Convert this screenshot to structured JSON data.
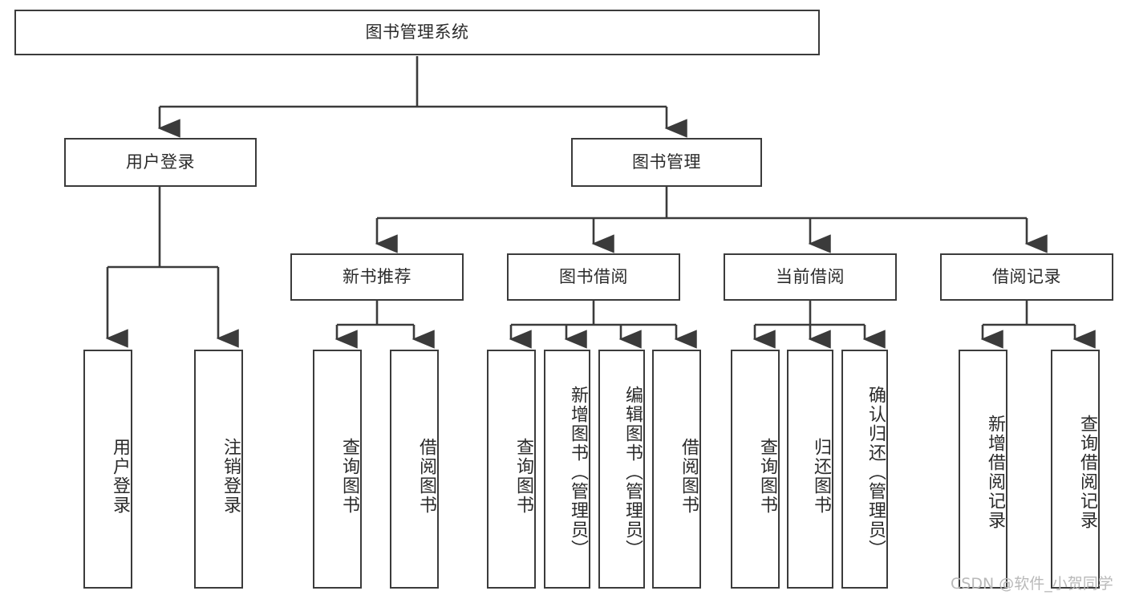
{
  "diagram": {
    "type": "tree-hierarchy",
    "title": "图书管理系统",
    "orientation": "top-down",
    "line_color": "#3b3b3b",
    "box_fill": "#ffffff",
    "text_color": "#2b2b2b",
    "watermark": "CSDN @软件_小贺同学",
    "root": {
      "label": "图书管理系统",
      "level": 1
    },
    "level2": [
      {
        "label": "用户登录"
      },
      {
        "label": "图书管理"
      }
    ],
    "level3": [
      {
        "label": "新书推荐",
        "parent": "图书管理"
      },
      {
        "label": "图书借阅",
        "parent": "图书管理"
      },
      {
        "label": "当前借阅",
        "parent": "图书管理"
      },
      {
        "label": "借阅记录",
        "parent": "图书管理"
      }
    ],
    "leaves": {
      "user_login": [
        {
          "label": "用户登录"
        },
        {
          "label": "注销登录"
        }
      ],
      "new_book_recommend": [
        {
          "label": "查询图书"
        },
        {
          "label": "借阅图书"
        }
      ],
      "book_borrow": [
        {
          "label": "查询图书"
        },
        {
          "label": "新增图书（管理员）"
        },
        {
          "label": "编辑图书（管理员）"
        },
        {
          "label": "借阅图书"
        }
      ],
      "current_borrow": [
        {
          "label": "查询图书"
        },
        {
          "label": "归还图书"
        },
        {
          "label": "确认归还（管理员）"
        }
      ],
      "borrow_record": [
        {
          "label": "新增借阅记录"
        },
        {
          "label": "查询借阅记录"
        }
      ]
    }
  }
}
